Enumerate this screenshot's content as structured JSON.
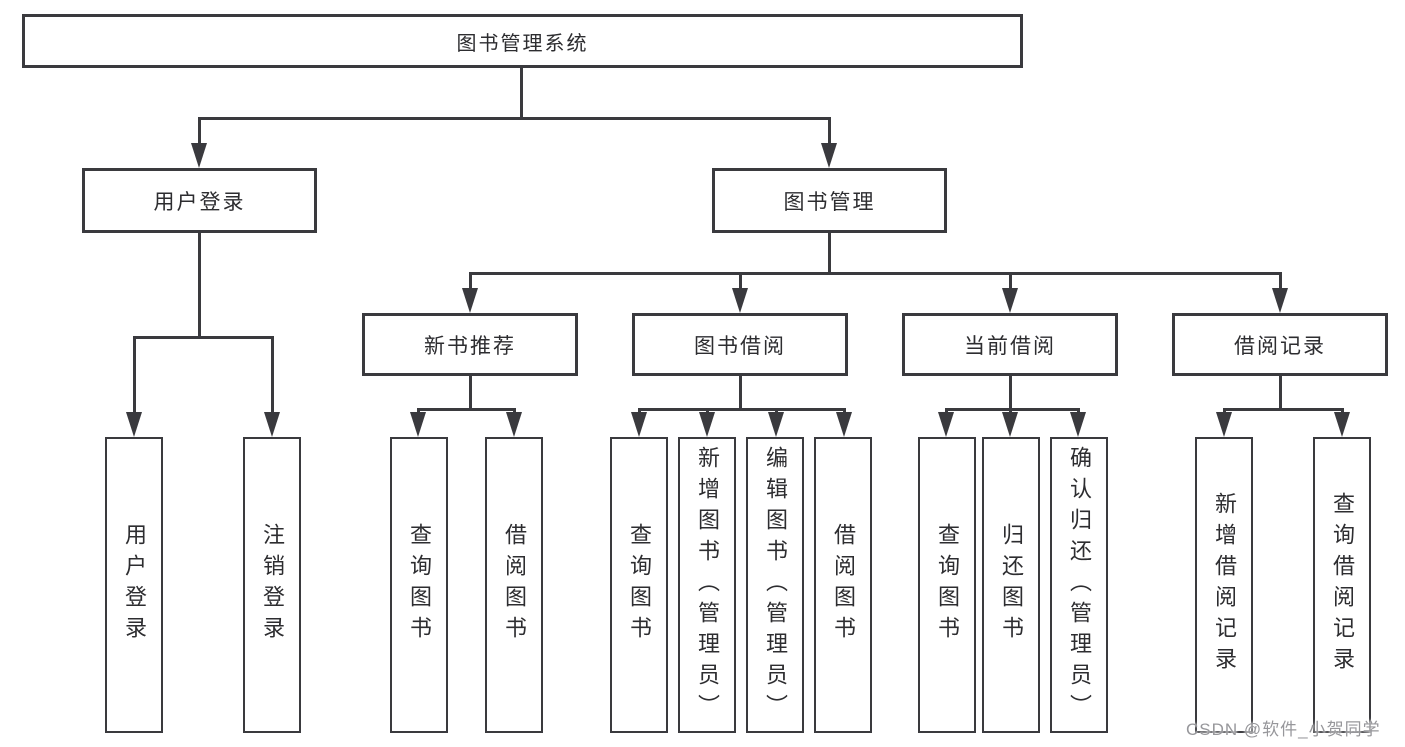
{
  "root": {
    "label": "图书管理系统"
  },
  "level2": [
    {
      "label": "用户登录"
    },
    {
      "label": "图书管理"
    }
  ],
  "level3": [
    {
      "label": "新书推荐"
    },
    {
      "label": "图书借阅"
    },
    {
      "label": "当前借阅"
    },
    {
      "label": "借阅记录"
    }
  ],
  "leaves": {
    "user_login": [
      {
        "label": "用户登录"
      },
      {
        "label": "注销登录"
      }
    ],
    "new_book": [
      {
        "label": "查询图书"
      },
      {
        "label": "借阅图书"
      }
    ],
    "book_borrow": [
      {
        "label": "查询图书"
      },
      {
        "label": "新增图书（管理员）"
      },
      {
        "label": "编辑图书（管理员）"
      },
      {
        "label": "借阅图书"
      }
    ],
    "current_borrow": [
      {
        "label": "查询图书"
      },
      {
        "label": "归还图书"
      },
      {
        "label": "确认归还（管理员）"
      }
    ],
    "borrow_records": [
      {
        "label": "新增借阅记录"
      },
      {
        "label": "查询借阅记录"
      }
    ]
  },
  "watermark": {
    "text": "CSDN @软件_小贺同学",
    "color": "#97979b"
  },
  "colors": {
    "line": "#3a3a3e",
    "box_border": "#3a3a3e",
    "text": "#2d2d30",
    "background": "#ffffff"
  }
}
